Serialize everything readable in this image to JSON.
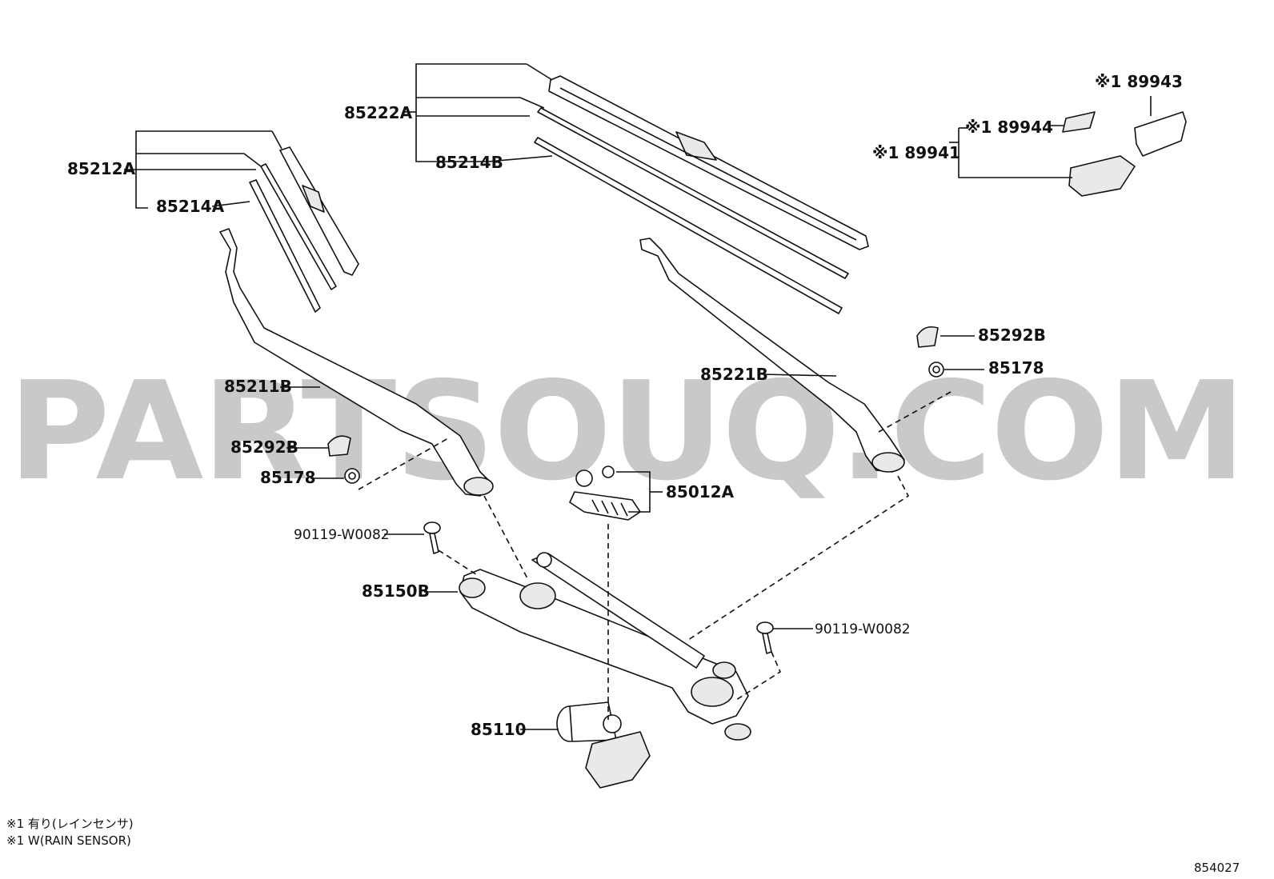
{
  "watermark": "PARTSOUQ.COM",
  "figure_number": "854027",
  "notes": {
    "note1": "※1 有り(レインセンサ)",
    "note2": "※1 W(RAIN SENSOR)"
  },
  "labels": {
    "p85222A": "85222A",
    "p85214B": "85214B",
    "p85212A": "85212A",
    "p85214A": "85214A",
    "p89943": "※1 89943",
    "p89944": "※1 89944",
    "p89941": "※1 89941",
    "p85292B_right": "85292B",
    "p85178_right": "85178",
    "p85221B": "85221B",
    "p85211B": "85211B",
    "p85292B_left": "85292B",
    "p85178_left": "85178",
    "p85012A": "85012A",
    "p90119_left": "90119-W0082",
    "p85150B": "85150B",
    "p90119_right": "90119-W0082",
    "p85110": "85110"
  }
}
